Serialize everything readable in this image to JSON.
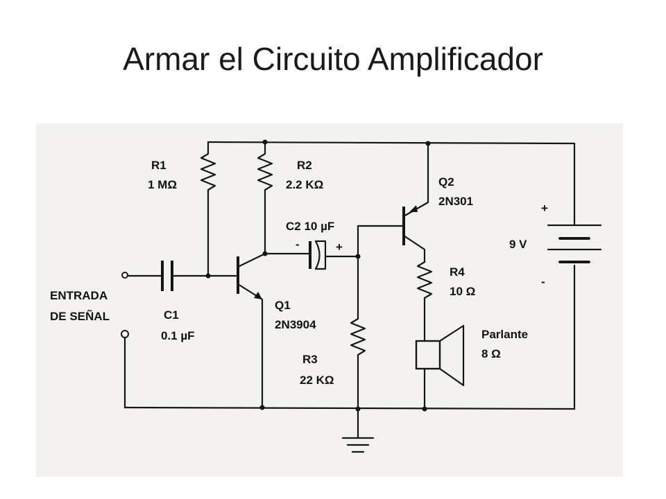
{
  "title": "Armar el Circuito Amplificador",
  "labels": {
    "r1_name": "R1",
    "r1_value": "1 MΩ",
    "r2_name": "R2",
    "r2_value": "2.2 KΩ",
    "c2": "C2 10 µF",
    "c2_minus": "-",
    "c2_plus": "+",
    "q2_name": "Q2",
    "q2_part": "2N301",
    "battery_plus": "+",
    "battery_value": "9 V",
    "battery_minus": "-",
    "input_line1": "ENTRADA",
    "input_line2": "DE SEÑAL",
    "c1_name": "C1",
    "c1_value": "0.1 µF",
    "q1_name": "Q1",
    "q1_part": "2N3904",
    "r4_name": "R4",
    "r4_value": "10 Ω",
    "r3_name": "R3",
    "r3_value": "22 KΩ",
    "speaker_name": "Parlante",
    "speaker_value": "8 Ω"
  }
}
